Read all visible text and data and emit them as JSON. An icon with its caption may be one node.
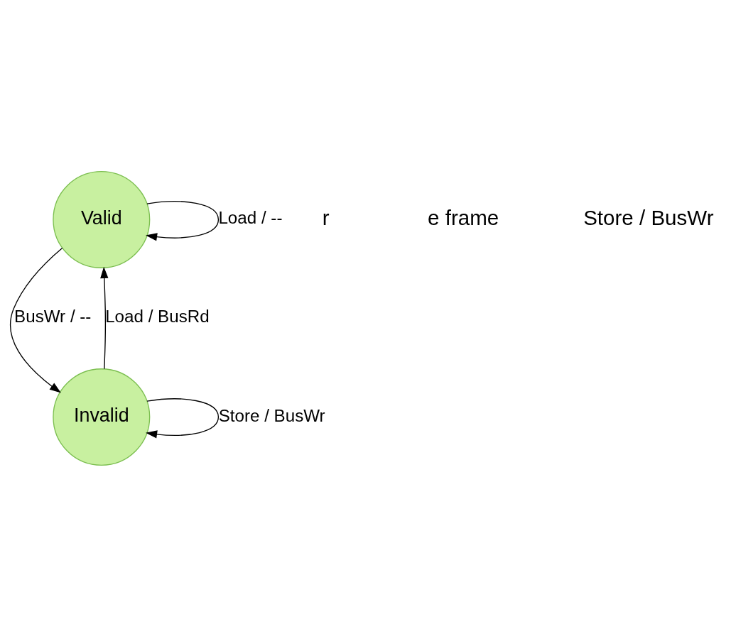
{
  "diagram": {
    "nodes": [
      {
        "text": [
          "Valid"
        ]
      },
      {
        "text": [
          "Invalid"
        ]
      }
    ],
    "edges": [
      {
        "from": 0,
        "to": 0,
        "arrow": "to",
        "label": "Load / --"
      },
      {
        "from": 0,
        "to": 1,
        "arrow": "to",
        "label": "BusWr / --"
      },
      {
        "from": 1,
        "to": 0,
        "arrow": "to",
        "label": "Load / BusRd"
      },
      {
        "from": 1,
        "to": 1,
        "arrow": "to",
        "label": "Store / BusWr"
      }
    ],
    "labels": [
      "r",
      "e frame",
      "Store / BusWr"
    ]
  }
}
